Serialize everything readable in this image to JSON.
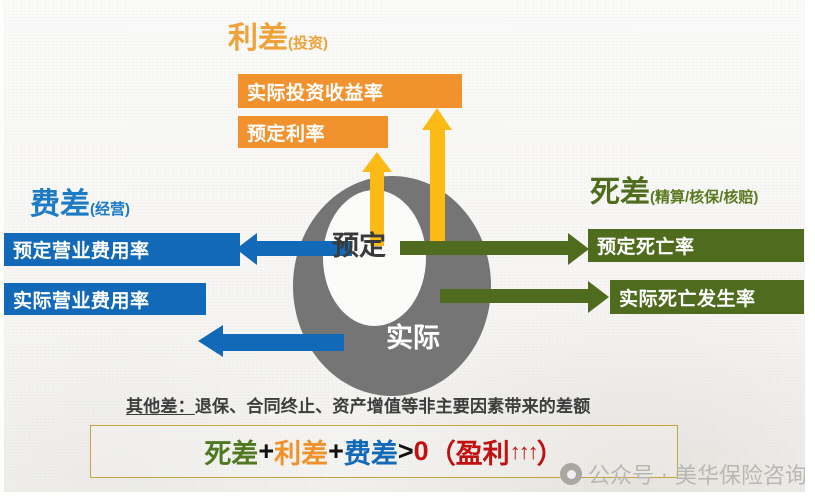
{
  "groups": {
    "profit": {
      "title_main": "利差",
      "title_sub": "(投资)",
      "color": "#F0A23A",
      "items": [
        "实际投资收益率",
        "预定利率"
      ]
    },
    "expense": {
      "title_main": "费差",
      "title_sub": "(经营)",
      "color": "#1D7AC4",
      "items": [
        "预定营业费用率",
        "实际营业费用率"
      ]
    },
    "mortality": {
      "title_main": "死差",
      "title_sub": "(精算/核保/核赔)",
      "color": "#4F6D1C",
      "items": [
        "预定死亡率",
        "实际死亡发生率"
      ]
    }
  },
  "center": {
    "assumed_label": "预定",
    "actual_label": "实际",
    "ring_color": "#757575"
  },
  "footnote": {
    "lead": "其他差：",
    "rest": "退保、合同终止、资产增值等非主要因素带来的差额"
  },
  "formula": {
    "term1": "死差",
    "plus1": "+",
    "term2": "利差",
    "plus2": "+",
    "term3": "费差",
    "operator": ">",
    "zero": "0",
    "open": "（盈利",
    "arrows": "↑↑↑",
    "close": "）",
    "border_color": "#C8A53C"
  },
  "watermark": {
    "text": "公众号 · 美华保险咨询"
  }
}
